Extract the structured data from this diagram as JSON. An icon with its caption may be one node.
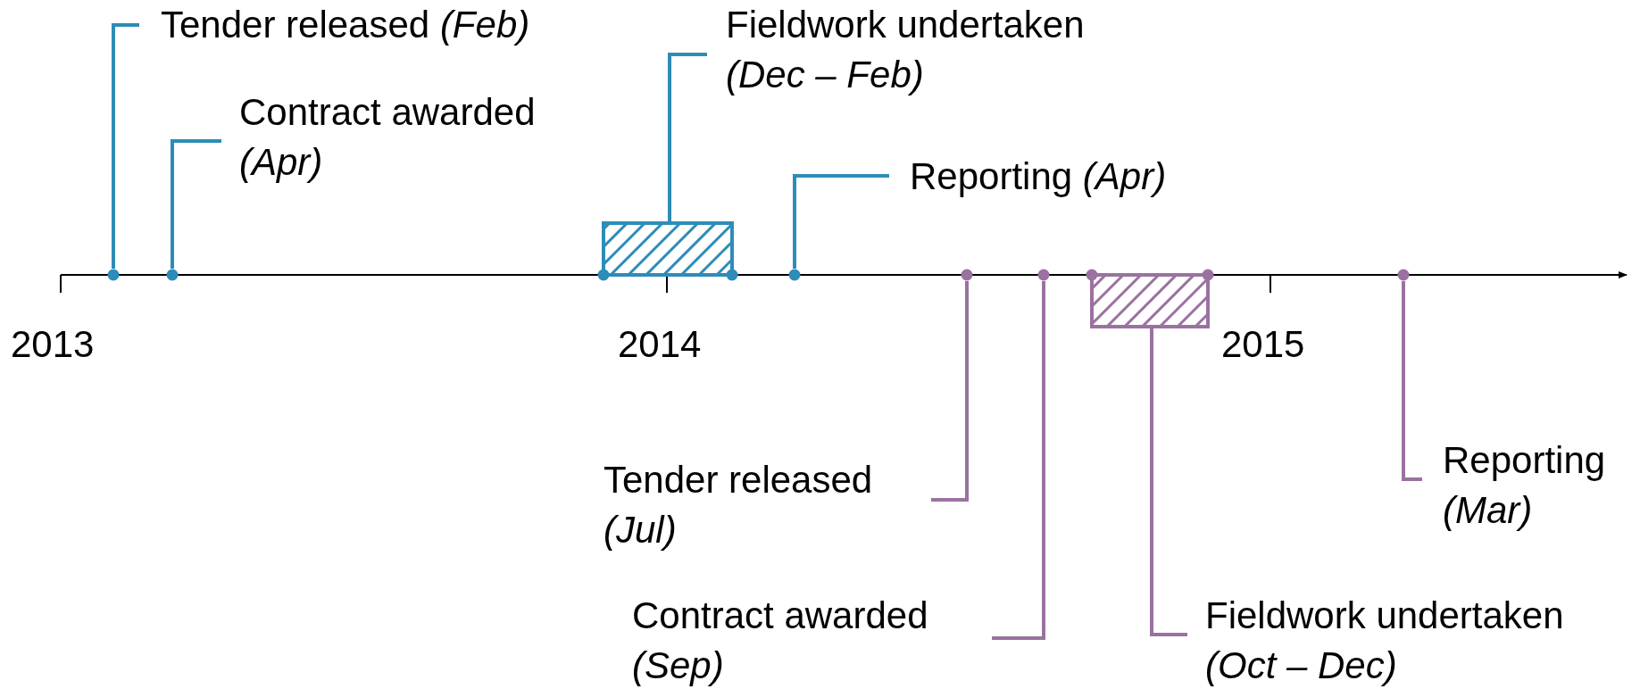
{
  "diagram": {
    "nodes": [
      {
        "text": [
          "Tender released *(Feb)*"
        ]
      },
      {
        "text": [
          "Contract awarded *(Apr)*"
        ]
      },
      {
        "text": [
          "Fieldwork undertaken *(Dec – Feb)*"
        ]
      },
      {
        "text": [
          "Reporting *(Apr)*"
        ]
      },
      {
        "text": [
          "Tender released *(Jul)*"
        ]
      },
      {
        "text": [
          "Contract awarded *(Sep)*"
        ]
      },
      {
        "text": [
          "Fieldwork undertaken *(Oct – Dec)*"
        ]
      },
      {
        "text": [
          "Reporting *(Mar)*"
        ]
      },
      {
        "text": [],
        "shape": "circle"
      },
      {
        "text": [],
        "shape": "circle"
      },
      {
        "text": [],
        "shape": "bar"
      },
      {
        "text": [],
        "shape": "circle"
      },
      {
        "text": [],
        "shape": "circle"
      },
      {
        "text": [],
        "shape": "circle"
      },
      {
        "text": [],
        "shape": "bar"
      },
      {
        "text": [],
        "shape": "circle"
      }
    ],
    "edges": [
      {
        "from": 0,
        "to": 8,
        "arrow": "none",
        "color": "#2e8cb8"
      },
      {
        "from": 1,
        "to": 9,
        "arrow": "none",
        "color": "#2e8cb8"
      },
      {
        "from": 2,
        "to": 10,
        "arrow": "none",
        "color": "#2e8cb8"
      },
      {
        "from": 3,
        "to": 11,
        "arrow": "none",
        "color": "#2e8cb8"
      },
      {
        "from": 4,
        "to": 12,
        "arrow": "none",
        "color": "#9a72a0"
      },
      {
        "from": 5,
        "to": 13,
        "arrow": "none",
        "color": "#9a72a0"
      },
      {
        "from": 6,
        "to": 14,
        "arrow": "none",
        "color": "#9a72a0"
      },
      {
        "from": 7,
        "to": 15,
        "arrow": "none",
        "color": "#9a72a0"
      }
    ],
    "labels": [
      "2013",
      "2014",
      "2015"
    ]
  }
}
